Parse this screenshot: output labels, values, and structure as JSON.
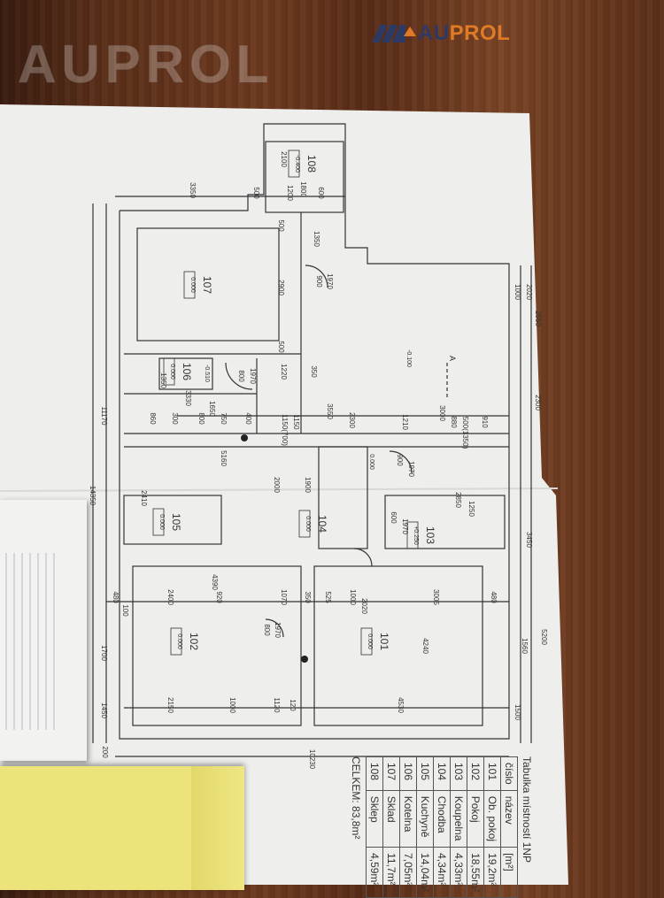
{
  "logo": {
    "part1": "AU",
    "part2": "PROL"
  },
  "watermark": "AUPROL",
  "plan": {
    "rooms": [
      {
        "id": "101",
        "level": "0.000"
      },
      {
        "id": "102",
        "level": "0.000"
      },
      {
        "id": "103",
        "level": "+0.250"
      },
      {
        "id": "104",
        "level": "0.000"
      },
      {
        "id": "105",
        "level": "0.000"
      },
      {
        "id": "106",
        "level": "0.000"
      },
      {
        "id": "107",
        "level": "0.000"
      },
      {
        "id": "108",
        "level": "-0.400"
      }
    ],
    "extra_levels": [
      "-0.100",
      "-0.510",
      "0.000"
    ],
    "section_mark": "A",
    "dims": [
      "3350",
      "500",
      "1200",
      "600",
      "1800",
      "2100",
      "1350",
      "900",
      "1970",
      "2900",
      "500",
      "500",
      "1220",
      "350",
      "800",
      "1970",
      "1350",
      "3330",
      "1650",
      "860",
      "300",
      "800",
      "750",
      "400",
      "3550",
      "2300",
      "3000",
      "1210",
      "880",
      "910",
      "500(1350)",
      "1150",
      "1150(700)",
      "5160",
      "2410",
      "2000",
      "1900",
      "900",
      "1970",
      "2850",
      "1250",
      "4390",
      "2400",
      "920",
      "1070",
      "350",
      "525",
      "1000",
      "2020",
      "3005",
      "2150",
      "1000",
      "1120",
      "120",
      "4530",
      "4240",
      "10230",
      "11170",
      "14350",
      "1700",
      "1450",
      "5200",
      "3450",
      "2550",
      "2300",
      "1560",
      "1500",
      "1000",
      "2020",
      "480",
      "480",
      "100",
      "200",
      "600",
      "1970",
      "800",
      "1970"
    ]
  },
  "room_table": {
    "title": "Tabulka místností 1NP",
    "headers": [
      "číslo",
      "název",
      "[m²]"
    ],
    "rows": [
      {
        "num": "101",
        "name": "Ob. pokoj",
        "area": "19,2m²"
      },
      {
        "num": "102",
        "name": "Pokoj",
        "area": "18,55m²"
      },
      {
        "num": "103",
        "name": "Koupelna",
        "area": "4,33m²"
      },
      {
        "num": "104",
        "name": "Chodba",
        "area": "4,34m²"
      },
      {
        "num": "105",
        "name": "Kuchyně",
        "area": "14,04m²"
      },
      {
        "num": "106",
        "name": "Kotelna",
        "area": "7,05m²"
      },
      {
        "num": "107",
        "name": "Sklad",
        "area": "11,7m²"
      },
      {
        "num": "108",
        "name": "Sklep",
        "area": "4,59m²"
      }
    ],
    "total": "CELKEM: 83,8m²"
  }
}
